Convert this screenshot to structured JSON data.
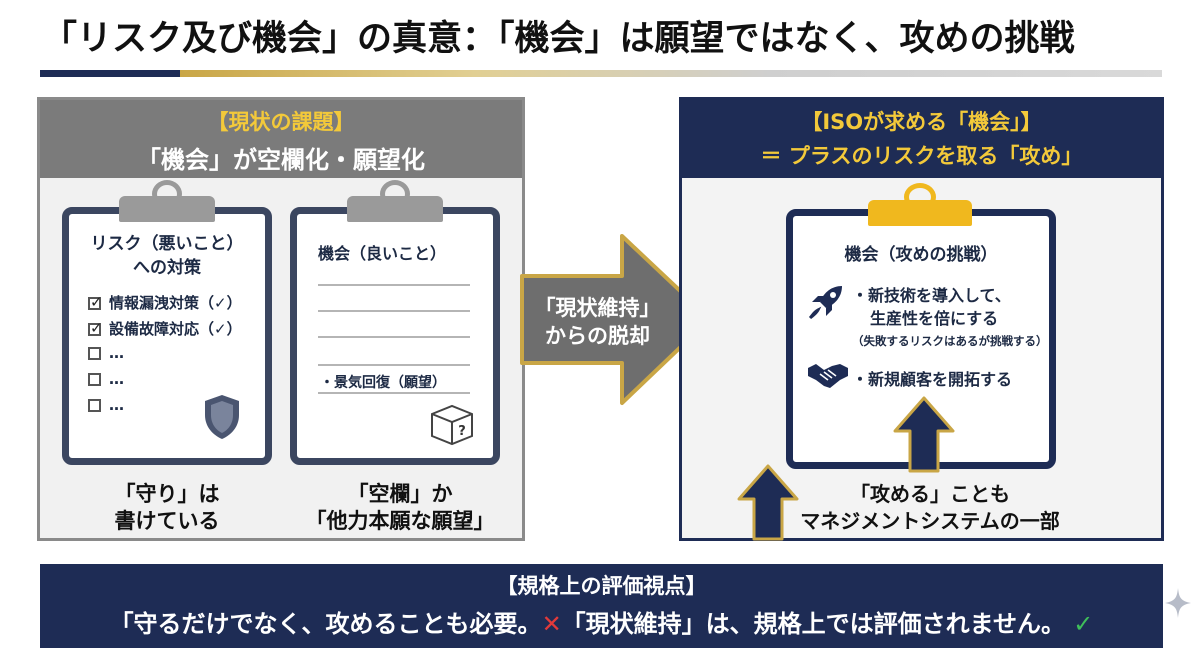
{
  "title": "「リスク及び機会」の真意：「機会」は願望ではなく、攻めの挑戦",
  "left_panel": {
    "heading": "【現状の課題】",
    "subheading": "「機会」が空欄化・願望化",
    "risk_card": {
      "title_line1": "リスク（悪いこと）",
      "title_line2": "への対策",
      "items": [
        {
          "label": "情報漏洩対策（✓）",
          "checked": true
        },
        {
          "label": "設備故障対応（✓）",
          "checked": true
        },
        {
          "label": "…",
          "checked": false
        },
        {
          "label": "…",
          "checked": false
        },
        {
          "label": "…",
          "checked": false
        }
      ],
      "icon": "shield-icon",
      "caption_line1": "「守り」は",
      "caption_line2": "書けている"
    },
    "opportunity_card": {
      "title": "機会（良いこと）",
      "item": "・景気回復（願望）",
      "icon": "question-box-icon",
      "caption_line1": "「空欄」か",
      "caption_line2": "「他力本願な願望」"
    }
  },
  "arrow": {
    "line1": "「現状維持」",
    "line2": "からの脱却"
  },
  "right_panel": {
    "heading": "【ISOが求める「機会」】",
    "subheading": "＝ プラスのリスクを取る「攻め」",
    "card": {
      "title": "機会（攻めの挑戦）",
      "item1_line1": "・新技術を導入して、",
      "item1_line2": "生産性を倍にする",
      "item1_note": "（失敗するリスクはあるが挑戦する）",
      "item2": "・新規顧客を開拓する",
      "icons": [
        "rocket-icon",
        "handshake-icon"
      ]
    },
    "caption_line1": "「攻める」ことも",
    "caption_line2": "マネジメントシステムの一部"
  },
  "footer": {
    "heading": "【規格上の評価視点】",
    "part1": "「守るだけでなく、攻めることも必要。",
    "part2": "「現状維持」は、規格上では評価されません。"
  },
  "colors": {
    "navy": "#1e2c55",
    "gold": "#f3c93a",
    "gray_head": "#7b7b7b",
    "clip_yellow": "#f0b81e",
    "x_red": "#e23a3a",
    "check_green": "#3fbf5a"
  }
}
